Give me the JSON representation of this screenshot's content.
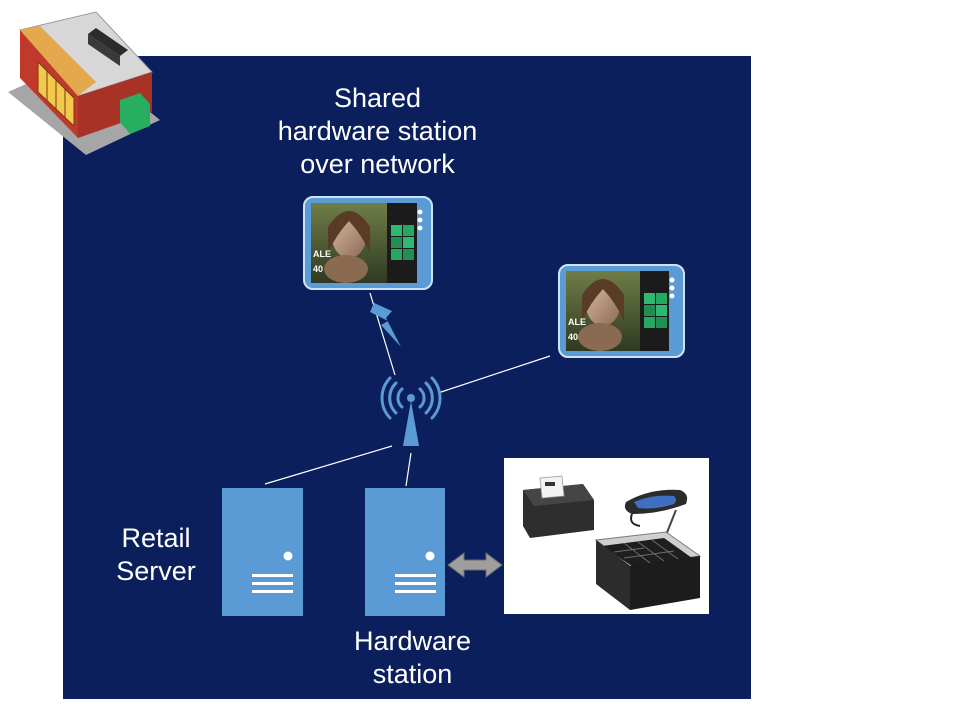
{
  "labels": {
    "shared_station": [
      "Shared",
      "hardware station",
      "over network"
    ],
    "retail_server": [
      "Retail",
      "Server"
    ],
    "hardware_station": [
      "Hardware",
      "station"
    ]
  },
  "screen": {
    "sale_text": "ALE",
    "discount_text": "40"
  },
  "colors": {
    "panel": "#0a1f5c",
    "server": "#5b9bd5",
    "accent_green": "#2eb872",
    "link_line": "#ffffff"
  },
  "icons": [
    "store-icon",
    "tablet-pos-icon",
    "wireless-tower-icon",
    "lightning-icon",
    "server-icon",
    "double-arrow-icon",
    "receipt-printer-icon",
    "card-reader-icon",
    "cash-drawer-icon"
  ]
}
